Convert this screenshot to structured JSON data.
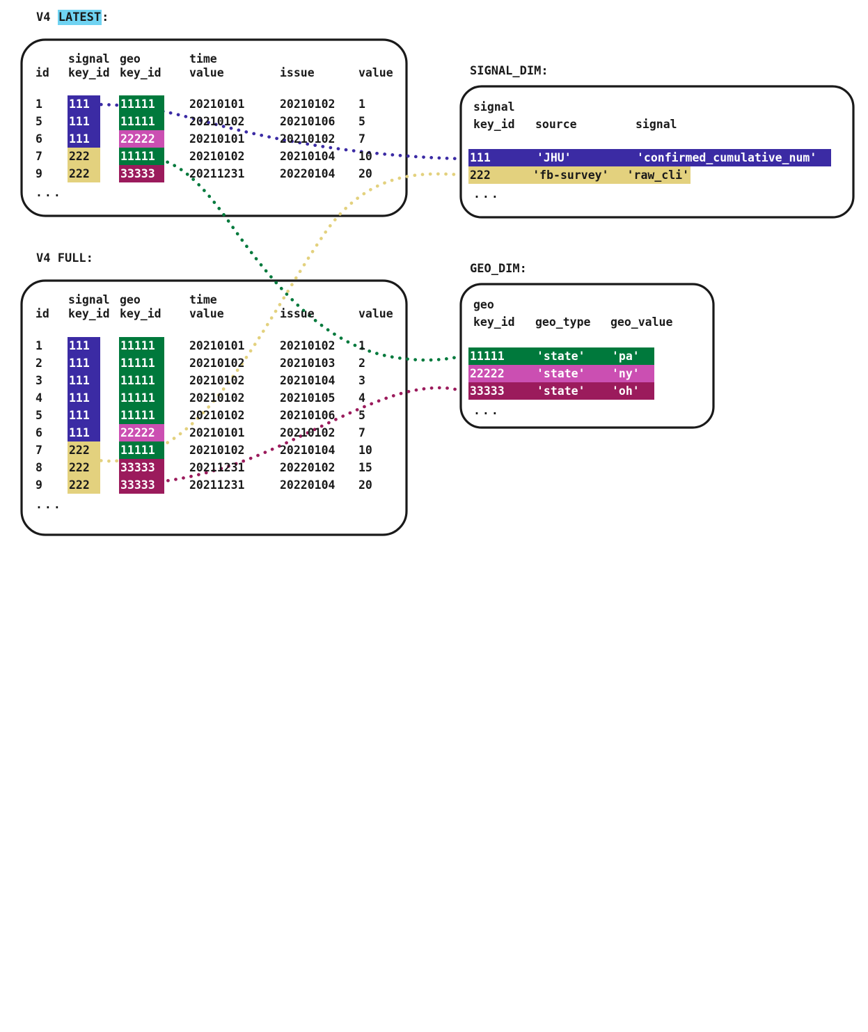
{
  "meta": {
    "title": "V4 schema: LATEST and FULL fact tables joined to SIGNAL_DIM and GEO_DIM",
    "ellipsis": "..."
  },
  "colors": {
    "signal_111": "#3B2BA4",
    "signal_222": "#E3D17E",
    "geo_11111": "#00793C",
    "geo_22222": "#CB4FB2",
    "geo_33333": "#9B1B5C",
    "latest_highlight": "#6FD3F2",
    "outline": "#1a1a1a",
    "background": "#ffffff"
  },
  "captions": {
    "latest_prefix": "V4 ",
    "latest_word": "LATEST",
    "latest_suffix": ":",
    "full": "V4 FULL:",
    "signal_dim": "SIGNAL_DIM:",
    "geo_dim": "GEO_DIM:"
  },
  "latest_table": {
    "name": "V4 LATEST",
    "header_top": [
      "",
      "signal",
      "geo",
      "time",
      "",
      ""
    ],
    "header_bottom": [
      "id",
      "key_id",
      "key_id",
      "value",
      "issue",
      "value"
    ],
    "rows": [
      {
        "id": "1",
        "signal_key_id": "111",
        "signal_color": "signal_111",
        "geo_key_id": "11111",
        "geo_color": "geo_11111",
        "time_value": "20210101",
        "issue": "20210102",
        "value": "1"
      },
      {
        "id": "5",
        "signal_key_id": "111",
        "signal_color": "signal_111",
        "geo_key_id": "11111",
        "geo_color": "geo_11111",
        "time_value": "20210102",
        "issue": "20210106",
        "value": "5"
      },
      {
        "id": "6",
        "signal_key_id": "111",
        "signal_color": "signal_111",
        "geo_key_id": "22222",
        "geo_color": "geo_22222",
        "time_value": "20210101",
        "issue": "20210102",
        "value": "7"
      },
      {
        "id": "7",
        "signal_key_id": "222",
        "signal_color": "signal_222",
        "geo_key_id": "11111",
        "geo_color": "geo_11111",
        "time_value": "20210102",
        "issue": "20210104",
        "value": "10"
      },
      {
        "id": "9",
        "signal_key_id": "222",
        "signal_color": "signal_222",
        "geo_key_id": "33333",
        "geo_color": "geo_33333",
        "time_value": "20211231",
        "issue": "20220104",
        "value": "20"
      }
    ],
    "more": "..."
  },
  "full_table": {
    "name": "V4 FULL",
    "header_top": [
      "",
      "signal",
      "geo",
      "time",
      "",
      ""
    ],
    "header_bottom": [
      "id",
      "key_id",
      "key_id",
      "value",
      "issue",
      "value"
    ],
    "rows": [
      {
        "id": "1",
        "signal_key_id": "111",
        "signal_color": "signal_111",
        "geo_key_id": "11111",
        "geo_color": "geo_11111",
        "time_value": "20210101",
        "issue": "20210102",
        "value": "1"
      },
      {
        "id": "2",
        "signal_key_id": "111",
        "signal_color": "signal_111",
        "geo_key_id": "11111",
        "geo_color": "geo_11111",
        "time_value": "20210102",
        "issue": "20210103",
        "value": "2"
      },
      {
        "id": "3",
        "signal_key_id": "111",
        "signal_color": "signal_111",
        "geo_key_id": "11111",
        "geo_color": "geo_11111",
        "time_value": "20210102",
        "issue": "20210104",
        "value": "3"
      },
      {
        "id": "4",
        "signal_key_id": "111",
        "signal_color": "signal_111",
        "geo_key_id": "11111",
        "geo_color": "geo_11111",
        "time_value": "20210102",
        "issue": "20210105",
        "value": "4"
      },
      {
        "id": "5",
        "signal_key_id": "111",
        "signal_color": "signal_111",
        "geo_key_id": "11111",
        "geo_color": "geo_11111",
        "time_value": "20210102",
        "issue": "20210106",
        "value": "5"
      },
      {
        "id": "6",
        "signal_key_id": "111",
        "signal_color": "signal_111",
        "geo_key_id": "22222",
        "geo_color": "geo_22222",
        "time_value": "20210101",
        "issue": "20210102",
        "value": "7"
      },
      {
        "id": "7",
        "signal_key_id": "222",
        "signal_color": "signal_222",
        "geo_key_id": "11111",
        "geo_color": "geo_11111",
        "time_value": "20210102",
        "issue": "20210104",
        "value": "10"
      },
      {
        "id": "8",
        "signal_key_id": "222",
        "signal_color": "signal_222",
        "geo_key_id": "33333",
        "geo_color": "geo_33333",
        "time_value": "20211231",
        "issue": "20220102",
        "value": "15"
      },
      {
        "id": "9",
        "signal_key_id": "222",
        "signal_color": "signal_222",
        "geo_key_id": "33333",
        "geo_color": "geo_33333",
        "time_value": "20211231",
        "issue": "20220104",
        "value": "20"
      }
    ],
    "more": "..."
  },
  "signal_dim": {
    "name": "SIGNAL_DIM",
    "header_top": [
      "signal",
      "",
      ""
    ],
    "header_bottom": [
      "key_id",
      "source",
      "signal"
    ],
    "rows": [
      {
        "key_id": "111",
        "source": "'JHU'",
        "signal": "'confirmed_cumulative_num'",
        "color": "signal_111"
      },
      {
        "key_id": "222",
        "source": "'fb-survey'",
        "signal": "'raw_cli'",
        "color": "signal_222"
      }
    ],
    "more": "..."
  },
  "geo_dim": {
    "name": "GEO_DIM",
    "header_top": [
      "geo",
      "",
      ""
    ],
    "header_bottom": [
      "key_id",
      "geo_type",
      "geo_value"
    ],
    "rows": [
      {
        "key_id": "11111",
        "geo_type": "'state'",
        "geo_value": "'pa'",
        "color": "geo_11111"
      },
      {
        "key_id": "22222",
        "geo_type": "'state'",
        "geo_value": "'ny'",
        "color": "geo_22222"
      },
      {
        "key_id": "33333",
        "geo_type": "'state'",
        "geo_value": "'oh'",
        "color": "geo_33333"
      }
    ],
    "more": "..."
  },
  "connectors": [
    {
      "name": "latest-signal-111-to-signal-dim-111",
      "color": "#3B2BA4",
      "from": "LATEST.signal_key_id 111",
      "to": "SIGNAL_DIM.key_id 111"
    },
    {
      "name": "latest-geo-11111-to-geo-dim-11111",
      "color": "#00793C",
      "from": "LATEST.geo_key_id 11111",
      "to": "GEO_DIM.key_id 11111"
    },
    {
      "name": "full-signal-222-to-signal-dim-222",
      "color": "#E3D17E",
      "from": "FULL.signal_key_id 222",
      "to": "SIGNAL_DIM.key_id 222"
    },
    {
      "name": "full-geo-33333-to-geo-dim-33333",
      "color": "#9B1B5C",
      "from": "FULL.geo_key_id 33333",
      "to": "GEO_DIM.key_id 33333"
    }
  ]
}
